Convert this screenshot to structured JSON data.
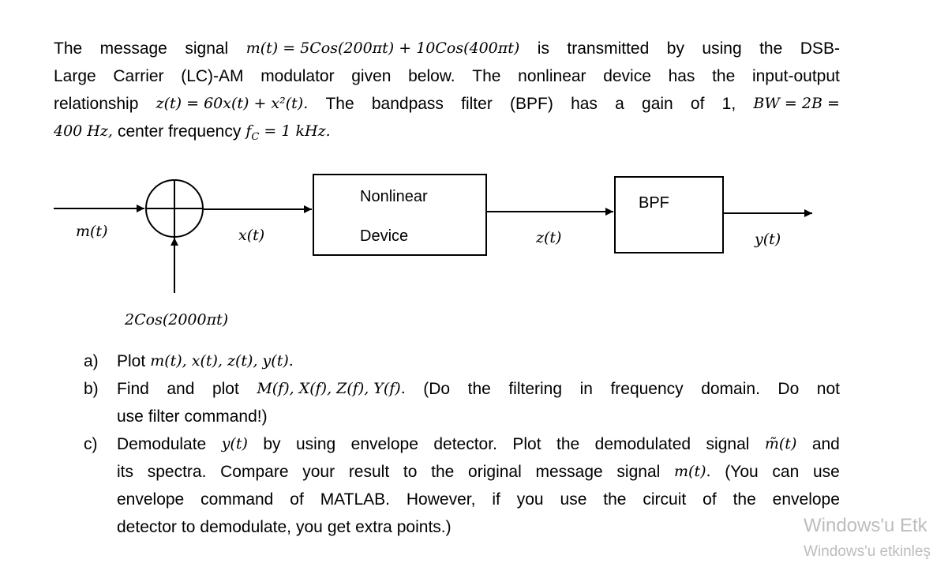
{
  "problem": {
    "line1": [
      "The",
      "message",
      "signal",
      "m(t) = 5Cos(200πt) + 10Cos(400πt)",
      "is",
      "transmitted",
      "by",
      "using",
      "the",
      "DSB-"
    ],
    "line2": [
      "Large",
      "Carrier",
      "(LC)-AM",
      "modulator",
      "given",
      "below.",
      "The",
      "nonlinear",
      "device",
      "has",
      "the",
      "input-output"
    ],
    "line3": [
      "relationship",
      "z(t) = 60x(t) + x²(t).",
      "The",
      "bandpass",
      "filter",
      "(BPF)",
      "has",
      "a",
      "gain",
      "of",
      "1,",
      "BW = 2B ="
    ],
    "line4": [
      "400 Hz,",
      "center frequency",
      "f",
      "C",
      "= 1 kHz."
    ]
  },
  "diagram": {
    "input_label": "m(t)",
    "adder_output_label": "x(t)",
    "carrier_label": "2Cos(2000πt)",
    "nonlinear_line1": "Nonlinear",
    "nonlinear_line2": "Device",
    "nonlinear_output_label": "z(t)",
    "bpf_label": "BPF",
    "output_label": "y(t)"
  },
  "tasks": [
    {
      "marker": "a)",
      "lines": [
        [
          "Plot",
          "m(t), x(t),  z(t),  y(t)."
        ]
      ]
    },
    {
      "marker": "b)",
      "lines": [
        [
          "Find",
          "and",
          "plot",
          "M(f),  X(f),  Z(f),  Y(f).",
          "(Do",
          "the",
          "filtering",
          "in",
          "frequency",
          "domain.",
          "Do",
          "not"
        ],
        [
          "use",
          "filter",
          "command!)"
        ]
      ]
    },
    {
      "marker": "c)",
      "lines": [
        [
          "Demodulate",
          "y(t)",
          "by",
          "using",
          "envelope",
          "detector.",
          "Plot",
          "the",
          "demodulated",
          "signal",
          "m̃(t)",
          "and"
        ],
        [
          "its",
          "spectra.",
          "Compare",
          "your",
          "result",
          "to",
          "the",
          "original",
          "message",
          "signal",
          "m(t).",
          "(You",
          "can",
          "use"
        ],
        [
          "envelope",
          "command",
          "of",
          "MATLAB.",
          "However,",
          "if",
          "you",
          "use",
          "the",
          "circuit",
          "of",
          "the",
          "envelope"
        ],
        [
          "detector",
          "to",
          "demodulate,",
          "you",
          "get",
          "extra",
          "points.)"
        ]
      ]
    }
  ],
  "watermark": {
    "line1": "Windows'u Etk",
    "line2": "Windows'u etkinleş"
  }
}
